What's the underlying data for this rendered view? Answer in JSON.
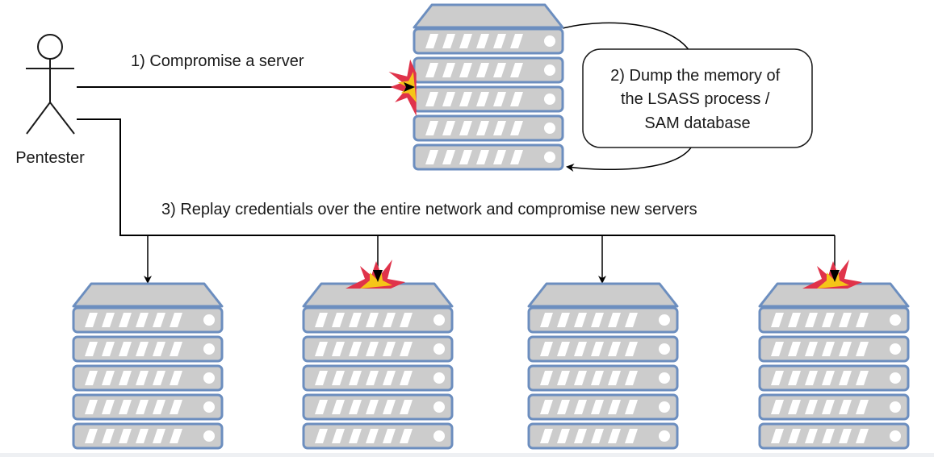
{
  "diagram": {
    "actor": {
      "label": "Pentester",
      "icon": "stick-figure-icon"
    },
    "steps": {
      "step1": "1) Compromise a server",
      "step2_lines": [
        "2) Dump the memory of",
        "the  LSASS process /",
        "SAM database"
      ],
      "step3": "3) Replay credentials over the entire network and compromise new servers"
    },
    "servers": {
      "initial": {
        "name": "compromised-server",
        "compromised": true,
        "units": 5
      },
      "targets": [
        {
          "name": "target-server-1",
          "compromised": false,
          "units": 5
        },
        {
          "name": "target-server-2",
          "compromised": true,
          "units": 5
        },
        {
          "name": "target-server-3",
          "compromised": false,
          "units": 5
        },
        {
          "name": "target-server-4",
          "compromised": true,
          "units": 5
        }
      ]
    },
    "colors": {
      "server_fill": "#cccccc",
      "server_stroke": "#6c8ebf",
      "explosion_outer": "#e0334a",
      "explosion_inner": "#f5c518",
      "line": "#000000"
    }
  }
}
